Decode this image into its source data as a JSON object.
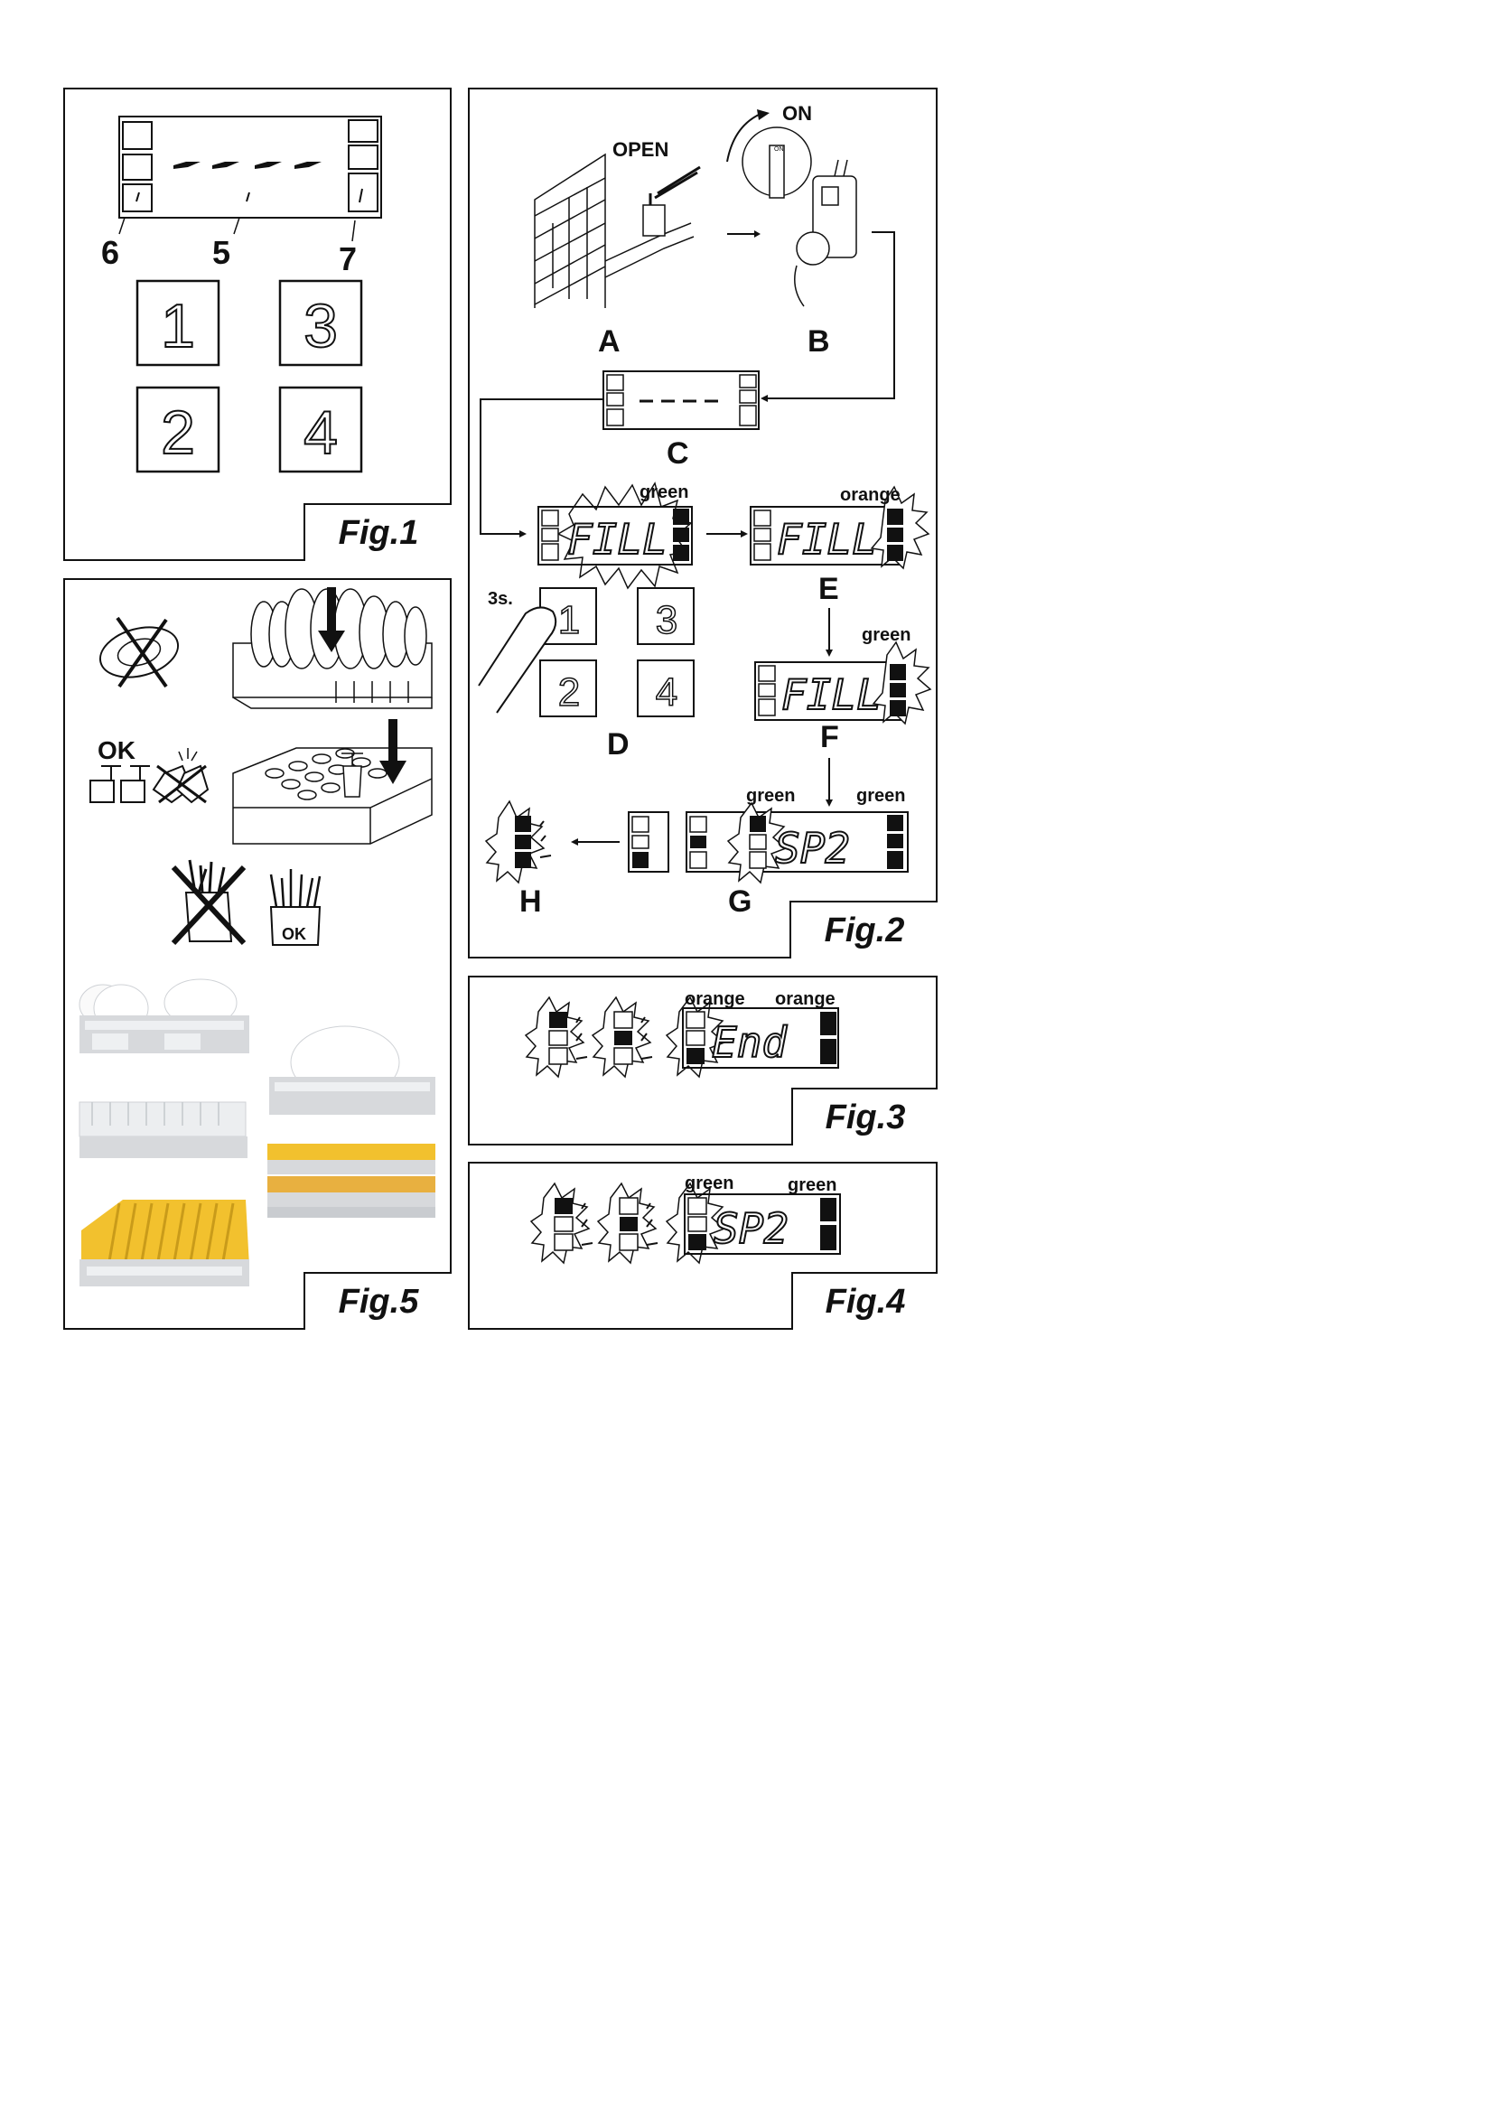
{
  "fig1": {
    "tag": "Fig.1",
    "callouts": [
      "6",
      "5",
      "7"
    ],
    "keys": [
      "1",
      "3",
      "2",
      "4"
    ]
  },
  "fig2": {
    "tag": "Fig.2",
    "open_label": "OPEN",
    "on_label": "ON",
    "steps": [
      "A",
      "B",
      "C",
      "D",
      "E",
      "F",
      "G",
      "H"
    ],
    "press_time": "3s.",
    "keys": [
      "1",
      "3",
      "2",
      "4"
    ],
    "lcd_fill": "FILL",
    "lcd_sp2": "SP2",
    "led_colors": [
      "green",
      "orange",
      "green",
      "green",
      "green"
    ],
    "switch_mark": "ON"
  },
  "fig3": {
    "tag": "Fig.3",
    "lcd_text": "End",
    "led_colors": [
      "orange",
      "orange"
    ]
  },
  "fig4": {
    "tag": "Fig.4",
    "lcd_text": "SP2",
    "led_colors": [
      "green",
      "green"
    ]
  },
  "fig5": {
    "tag": "Fig.5",
    "ok_label": "OK",
    "ok_box_label": "OK"
  },
  "colors": {
    "ink": "#111111",
    "rack": "#d7d9dc",
    "yellow": "#f2c12e",
    "plate": "#ffffff"
  }
}
